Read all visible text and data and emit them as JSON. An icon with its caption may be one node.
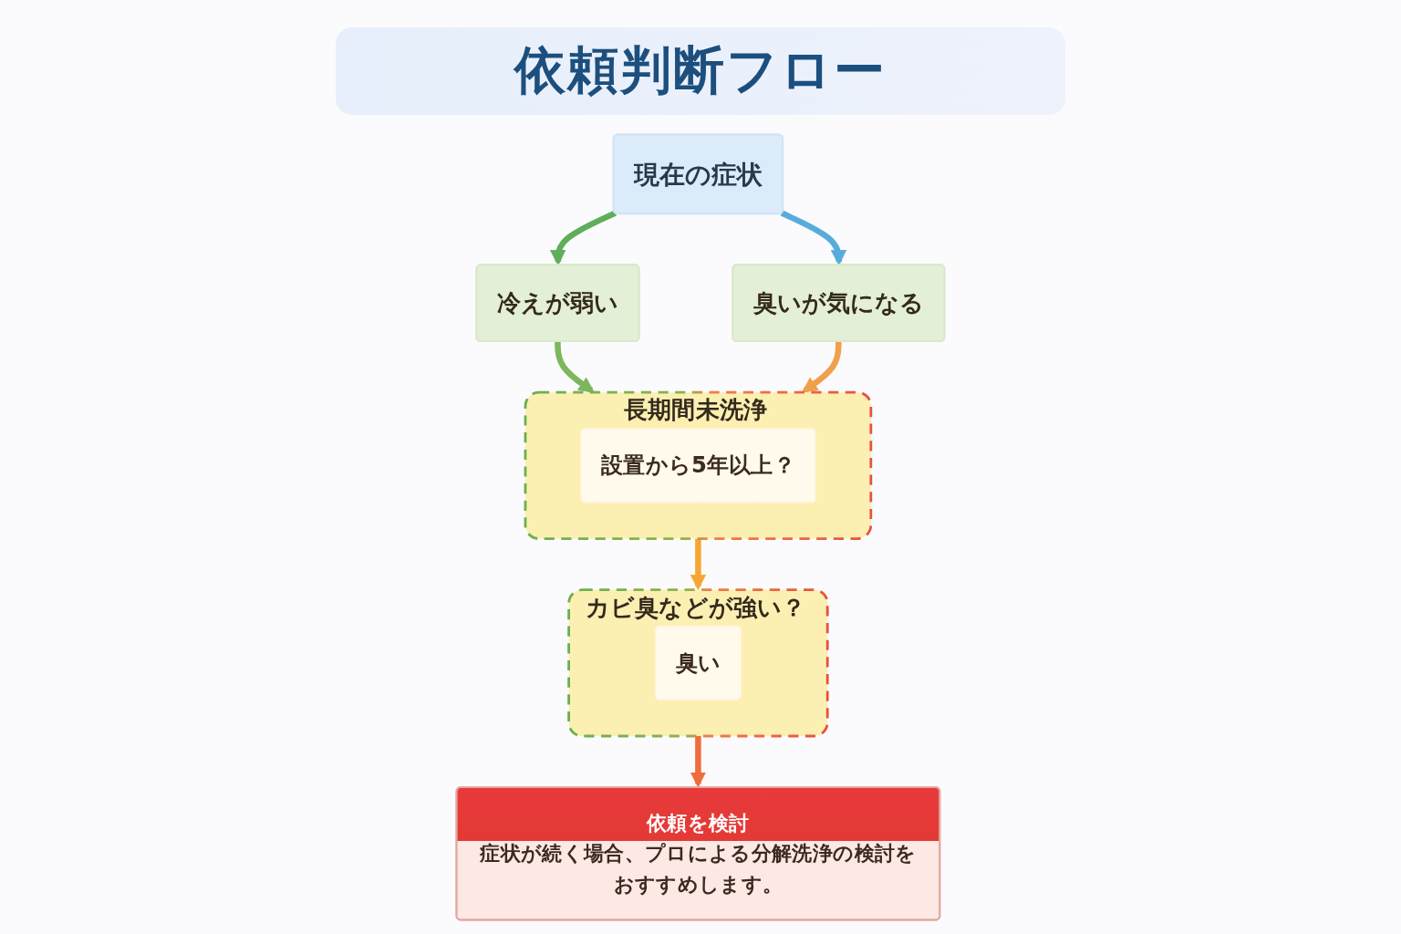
{
  "diagram": {
    "title": "依頼判断フロー",
    "nodes": [
      {
        "text": [
          "現在の症状"
        ]
      },
      {
        "text": [
          "冷えが弱い"
        ]
      },
      {
        "text": [
          "臭いが気になる"
        ]
      },
      {
        "text": [
          "長期間未洗浄"
        ]
      },
      {
        "text": [
          "設置から5年以上？"
        ],
        "in": 3
      },
      {
        "text": [
          "カビ臭などが強い？"
        ]
      },
      {
        "text": [
          "臭い"
        ],
        "in": 5
      },
      {
        "text": [
          "依頼を検討",
          "症状が続く場合、プロによる分解洗浄の検討をおすすめします。"
        ]
      }
    ],
    "edges": [
      {
        "from": 0,
        "to": 1,
        "arrow": "to",
        "color": "#5fae5a"
      },
      {
        "from": 0,
        "to": 2,
        "arrow": "to",
        "color": "#58acdc"
      },
      {
        "from": 1,
        "to": 3,
        "arrow": "to",
        "color": "#7cb75c"
      },
      {
        "from": 2,
        "to": 3,
        "arrow": "to",
        "color": "#f0a04a"
      },
      {
        "from": 3,
        "to": 5,
        "arrow": "to",
        "color": "#f6a634"
      },
      {
        "from": 5,
        "to": 7,
        "arrow": "to",
        "color": "#f06c3c"
      }
    ]
  }
}
